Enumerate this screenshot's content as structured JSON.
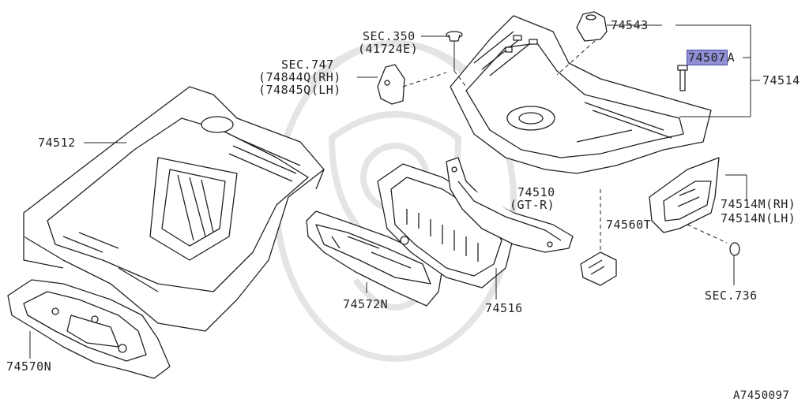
{
  "labels": {
    "l74543": "74543",
    "l74507": "74507",
    "l74507_suffix": "A",
    "l74514": "74514",
    "l74512": "74512",
    "sec350": "SEC.350",
    "sec350_sub": "(41724E)",
    "sec747": "SEC.747",
    "sec747_rh": "(74844Q(RH)",
    "sec747_lh": "(74845Q(LH)",
    "l74510": "74510",
    "l74510_sub": "(GT-R)",
    "l74560T": "74560T",
    "l74514M": "74514M(RH)",
    "l74514N": "74514N(LH)",
    "l74572N": "74572N",
    "l74516": "74516",
    "l74570N": "74570N",
    "sec736": "SEC.736",
    "diagram_code": "A7450097"
  },
  "colors": {
    "line": "#222222",
    "highlight": "#8f90d6"
  }
}
